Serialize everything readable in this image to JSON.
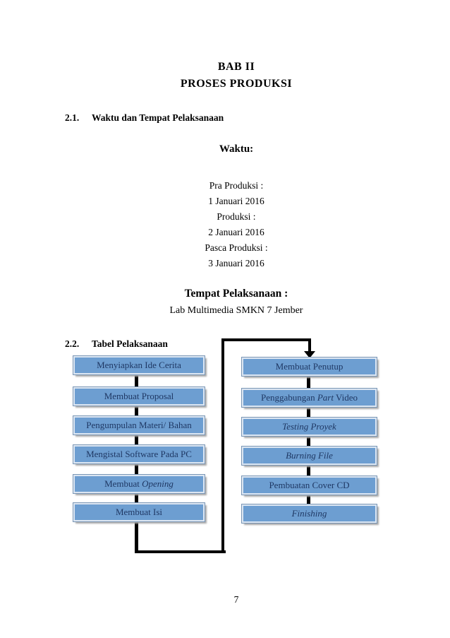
{
  "document": {
    "chapter_title": "BAB II",
    "chapter_subtitle": "PROSES PRODUKSI",
    "sections": [
      {
        "number": "2.1.",
        "heading": "Waktu dan Tempat Pelaksanaan"
      },
      {
        "number": "2.2.",
        "heading": "Tabel Pelaksanaan"
      }
    ],
    "waktu": {
      "heading": "Waktu:",
      "lines": [
        "Pra Produksi :",
        "1 Januari 2016",
        "Produksi :",
        "2 Januari 2016",
        "Pasca Produksi :",
        "3 Januari 2016"
      ]
    },
    "tempat": {
      "heading": "Tempat Pelaksanaan :",
      "location": "Lab Multimedia SMKN 7 Jember"
    },
    "page_number": "7"
  },
  "flowchart": {
    "left_column": [
      {
        "parts": [
          {
            "text": "Menyiapkan Ide Cerita",
            "italic": false
          }
        ]
      },
      {
        "parts": [
          {
            "text": "Membuat Proposal",
            "italic": false
          }
        ]
      },
      {
        "parts": [
          {
            "text": "Pengumpulan Materi/ Bahan",
            "italic": false
          }
        ]
      },
      {
        "parts": [
          {
            "text": "Mengistal Software Pada PC",
            "italic": false
          }
        ]
      },
      {
        "parts": [
          {
            "text": "Membuat ",
            "italic": false
          },
          {
            "text": "Opening",
            "italic": true
          }
        ]
      },
      {
        "parts": [
          {
            "text": "Membuat Isi",
            "italic": false
          }
        ]
      }
    ],
    "right_column": [
      {
        "parts": [
          {
            "text": "Membuat Penutup",
            "italic": false
          }
        ]
      },
      {
        "parts": [
          {
            "text": "Penggabungan ",
            "italic": false
          },
          {
            "text": "Part",
            "italic": true
          },
          {
            "text": " Video",
            "italic": false
          }
        ]
      },
      {
        "parts": [
          {
            "text": "Testing Proyek",
            "italic": true
          }
        ]
      },
      {
        "parts": [
          {
            "text": "Burning File",
            "italic": true
          }
        ]
      },
      {
        "parts": [
          {
            "text": "Pembuatan Cover CD",
            "italic": false
          }
        ]
      },
      {
        "parts": [
          {
            "text": "Finishing",
            "italic": true
          }
        ]
      }
    ],
    "colors": {
      "box_fill": "#6D9ED1",
      "box_border_light": "#DCE6F2",
      "box_text": "#1F3864",
      "connector": "#000000",
      "shadow": "#A9A9A9"
    }
  }
}
